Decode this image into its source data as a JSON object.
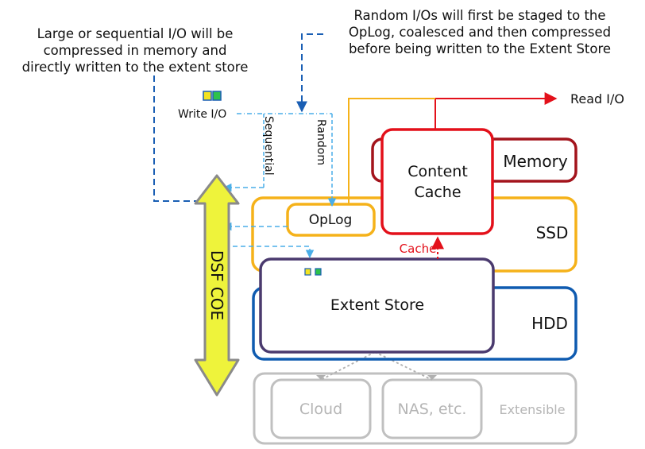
{
  "annotations": {
    "large_sequential": [
      "Large or sequential I/O will be",
      "compressed in memory and",
      "directly written to the extent store"
    ],
    "random": [
      "Random I/Os will first be staged to the",
      "OpLog, coalesced and then compressed",
      "before being written to the Extent Store"
    ]
  },
  "labels": {
    "write_io": "Write I/O",
    "read_io": "Read I/O",
    "sequential": "Sequential",
    "random": "Random",
    "oplog": "OpLog",
    "memory": "Memory",
    "content_cache_line1": "Content",
    "content_cache_line2": "Cache",
    "ssd": "SSD",
    "cache": "Cache",
    "extent_store": "Extent Store",
    "hdd": "HDD",
    "dsf_coe": "DSF COE",
    "cloud": "Cloud",
    "nas": "NAS, etc.",
    "extensible": "Extensible"
  },
  "colors": {
    "memory": "#a3141c",
    "content_cache": "#e3101a",
    "ssd": "#f5b21a",
    "hdd": "#0f5bb0",
    "extent_store": "#4a3a6e",
    "sequential_arrow": "#1a5fb4",
    "dashed_light": "#4aaee8",
    "extensible": "#c0c0c0",
    "dsf_arrow": "#eef33b",
    "io_yellow": "#f3e320",
    "io_green": "#2ec24a"
  }
}
